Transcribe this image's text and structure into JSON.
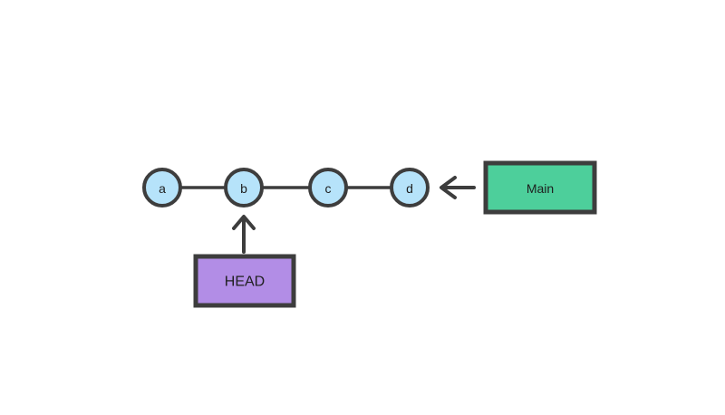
{
  "diagram": {
    "type": "git-commit-graph",
    "nodes": [
      {
        "label": "a"
      },
      {
        "label": "b"
      },
      {
        "label": "c"
      },
      {
        "label": "d"
      }
    ],
    "edges": [
      [
        "a",
        "b"
      ],
      [
        "b",
        "c"
      ],
      [
        "c",
        "d"
      ]
    ],
    "pointers": [
      {
        "label": "HEAD",
        "target": "b",
        "direction": "up"
      },
      {
        "label": "Main",
        "target": "d",
        "direction": "left"
      }
    ]
  },
  "colors": {
    "background": "#ffffff",
    "stroke": "#3d3d3d",
    "text": "#1e1e1e",
    "node-fill": "#b6e3fa",
    "main-fill": "#4dcf9b",
    "head-fill": "#b28de6"
  }
}
